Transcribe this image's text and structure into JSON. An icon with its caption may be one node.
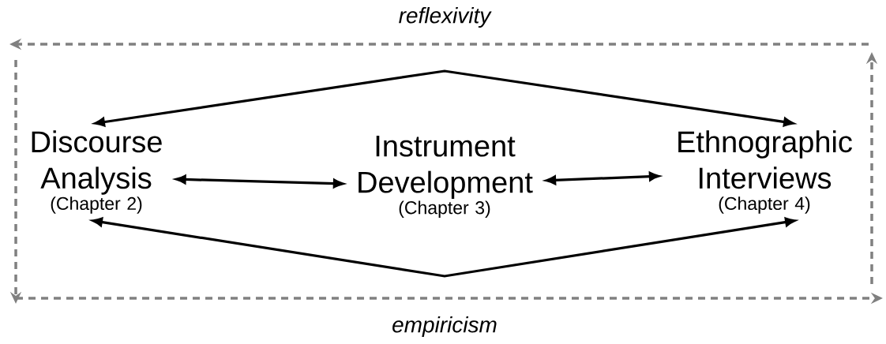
{
  "diagram": {
    "nodes": [
      {
        "text": [
          "Discourse Analysis",
          "(Chapter 2)"
        ]
      },
      {
        "text": [
          "Instrument Development",
          "(Chapter 3)"
        ]
      },
      {
        "text": [
          "Ethnographic Interviews",
          "(Chapter 4)"
        ]
      }
    ],
    "edges": [
      {
        "from": 0,
        "to": 1,
        "arrow": "both"
      },
      {
        "from": 1,
        "to": 2,
        "arrow": "both"
      },
      {
        "from": 0,
        "to": 2,
        "arrow": "both"
      },
      {
        "from": 0,
        "to": 2,
        "arrow": "both"
      }
    ],
    "labels": [
      "reflexivity",
      "empiricism"
    ]
  }
}
